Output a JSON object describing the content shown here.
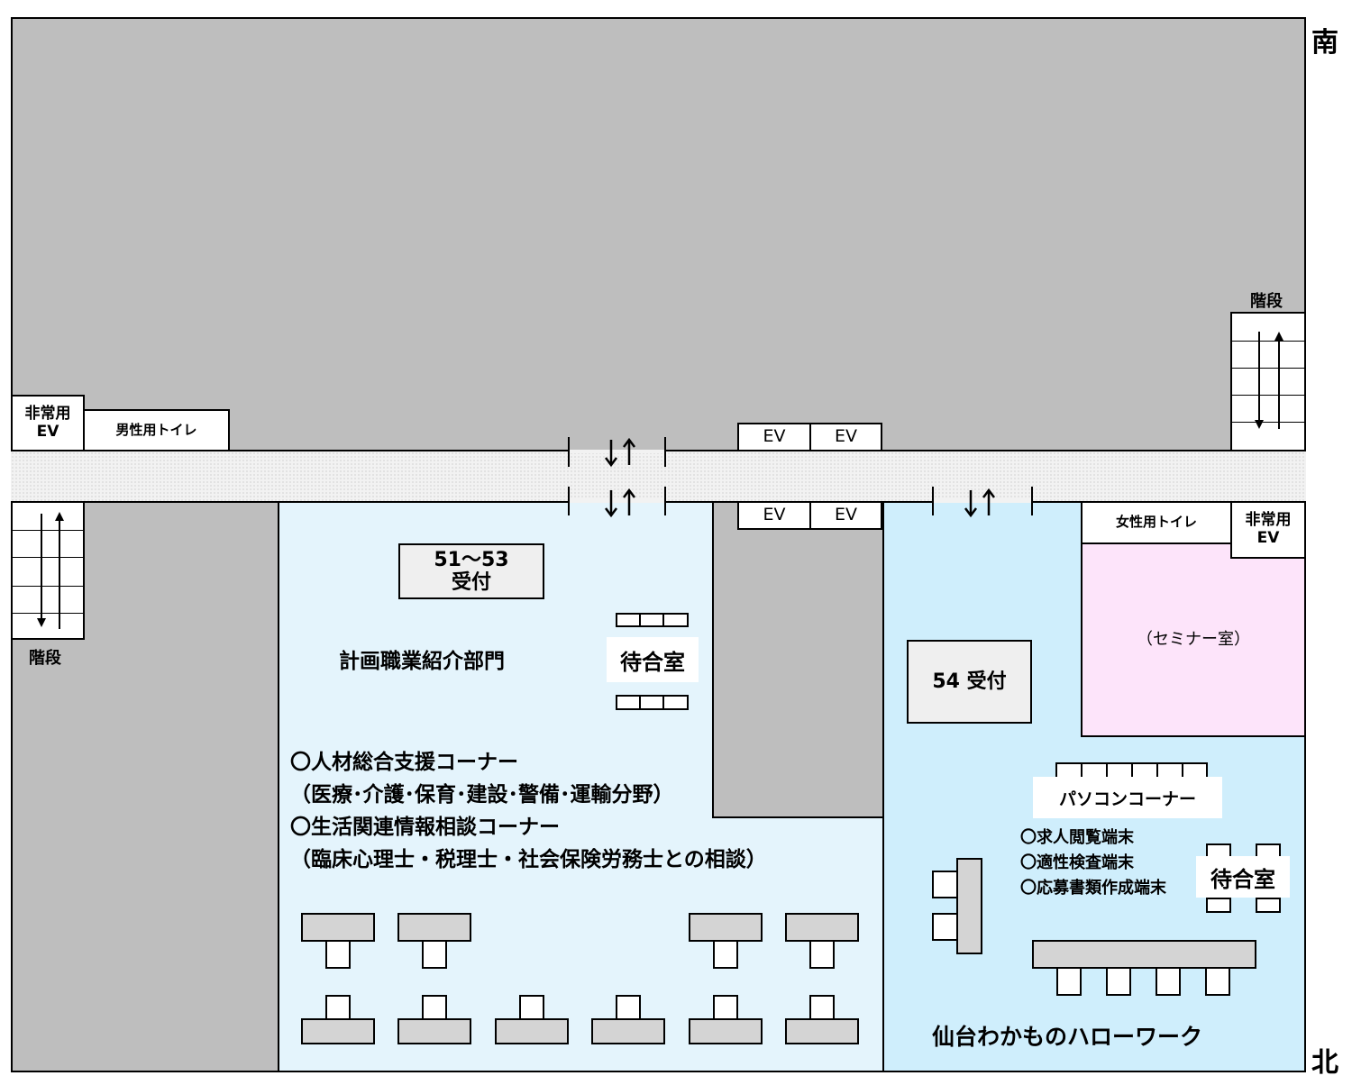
{
  "directions": {
    "south": "南",
    "north": "北"
  },
  "rooms": {
    "emergency_ev_left": [
      "非常用",
      "EV"
    ],
    "mens_toilet": "男性用トイレ",
    "ev1": "EV",
    "ev2": "EV",
    "ev3": "EV",
    "ev4": "EV",
    "stairs_right": "階段",
    "stairs_left": "階段",
    "womens_toilet": "女性用トイレ",
    "emergency_ev_right": [
      "非常用",
      "EV"
    ],
    "seminar": "（セミナー室）"
  },
  "planning_section": {
    "reception": [
      "51～53",
      "受付"
    ],
    "title": "計画職業紹介部門",
    "waiting": "待合室",
    "corners": [
      "〇人材総合支援コーナー",
      "（医療･介護･保育･建設･警備･運輸分野）",
      "〇生活関連情報相談コーナー",
      "（臨床心理士・税理士・社会保険労務士との相談）"
    ]
  },
  "youth_section": {
    "reception": "54 受付",
    "pc_corner": "パソコンコーナー",
    "terminals": [
      "〇求人閲覧端末",
      "〇適性検査端末",
      "〇応募書類作成端末"
    ],
    "waiting": "待合室",
    "title": "仙台わかものハローワーク"
  },
  "colors": {
    "unused_area": "#bebebe",
    "corridor": "#f2f2f2",
    "planning_area": "#e4f4fc",
    "youth_area": "#cfeefc",
    "seminar_room": "#fde4fa",
    "desk": "#d4d4d4"
  },
  "icons": [
    "up-down-arrow-icon",
    "stairs-icon"
  ]
}
